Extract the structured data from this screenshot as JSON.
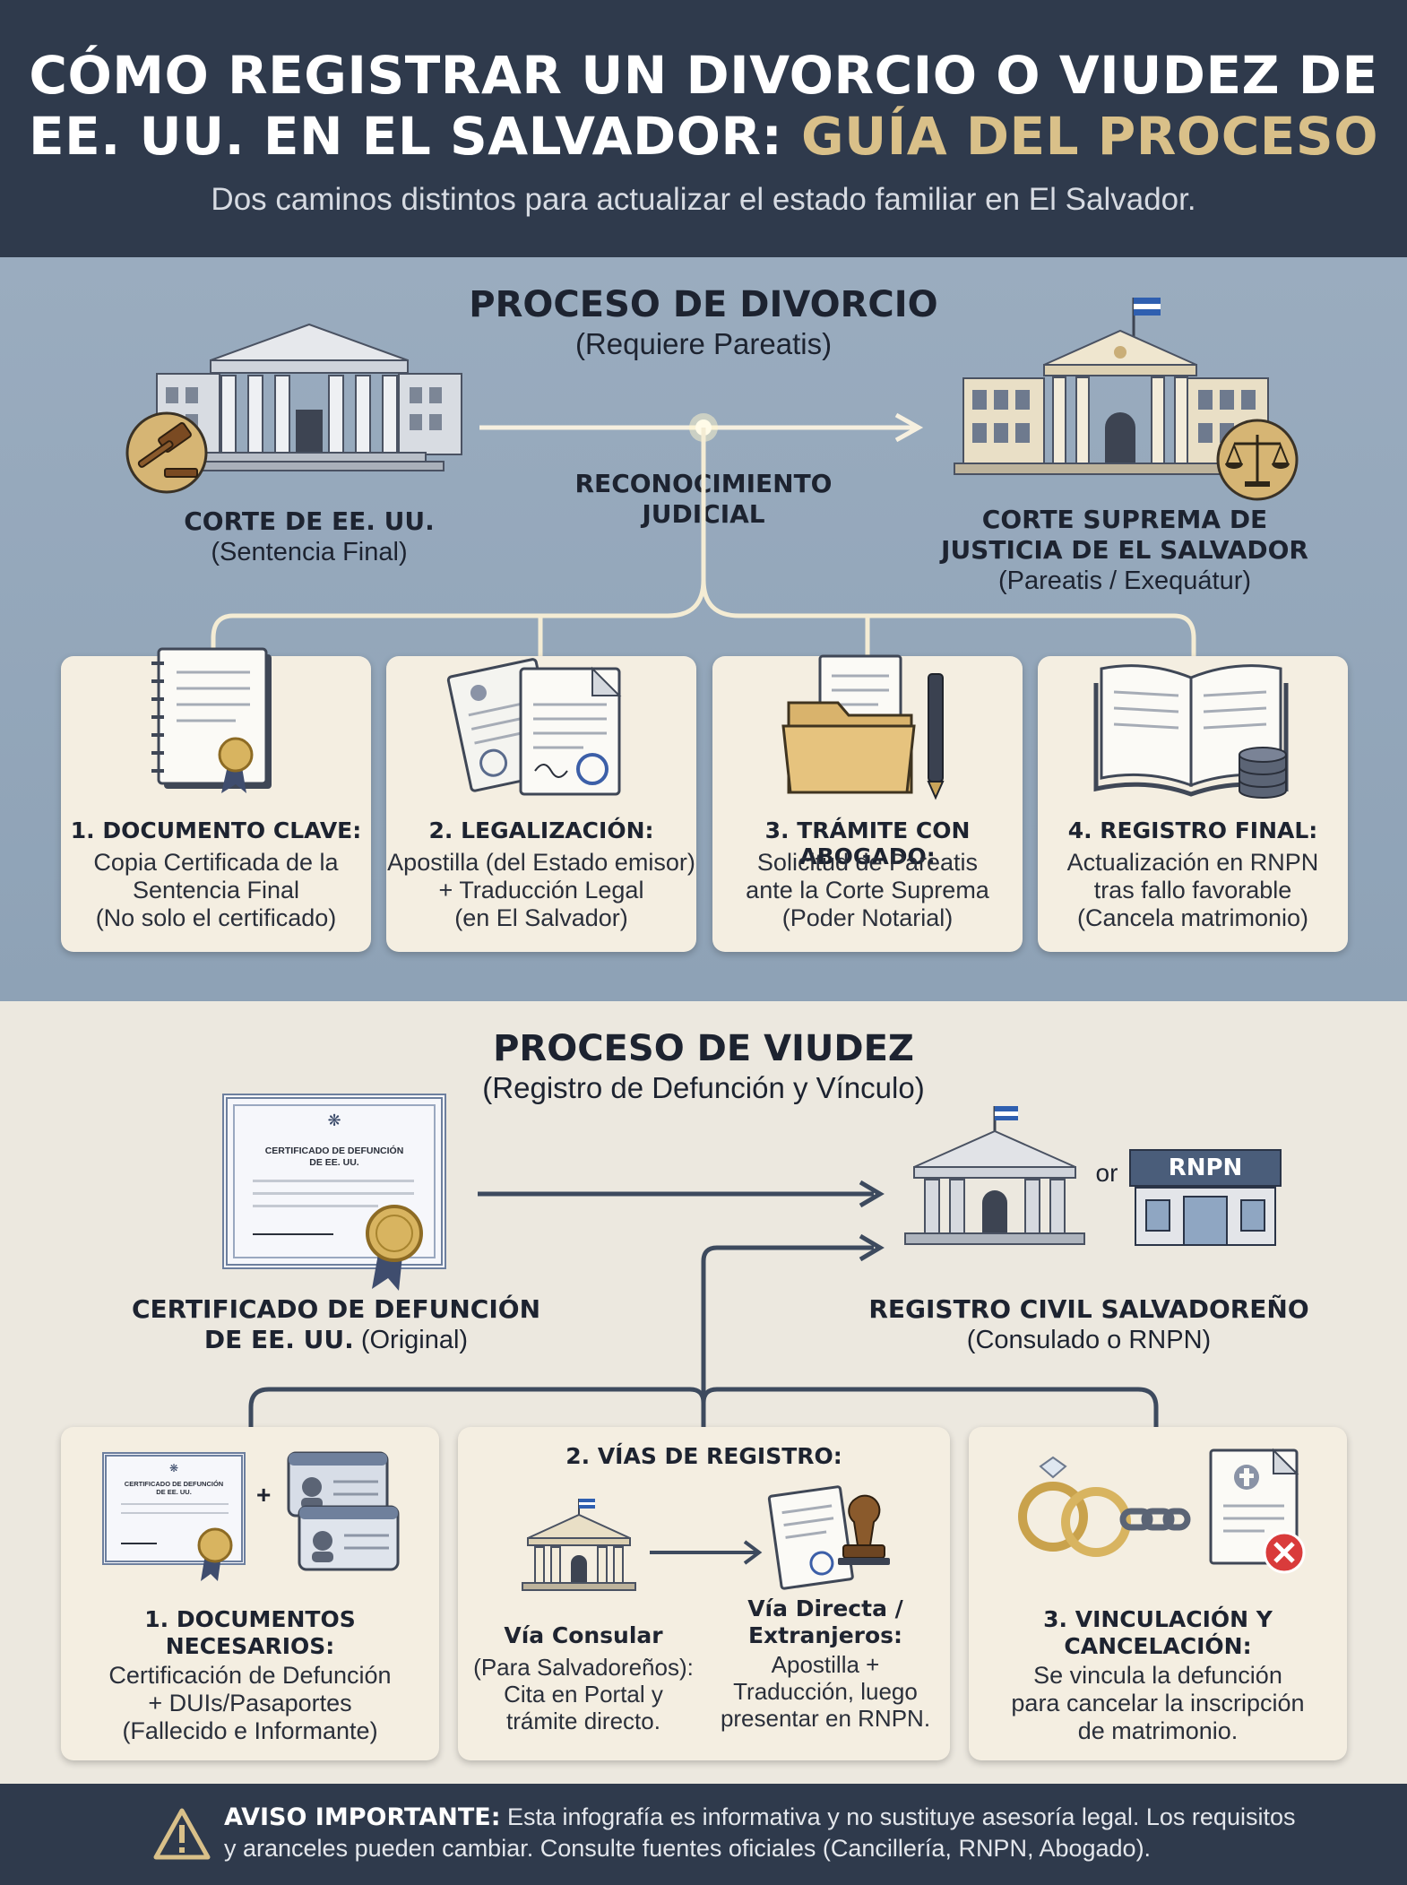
{
  "header": {
    "title_line1": "CÓMO REGISTRAR UN DIVORCIO O VIUDEZ DE",
    "title_line2_white": "EE. UU. EN EL SALVADOR:",
    "title_line2_gold": "GUÍA DEL PROCESO",
    "subtitle": "Dos caminos distintos para actualizar el estado familiar en El Salvador."
  },
  "divorce": {
    "title": "PROCESO DE DIVORCIO",
    "subtitle": "(Requiere Pareatis)",
    "us_court": {
      "name": "CORTE DE EE. UU.",
      "detail": "(Sentencia Final)"
    },
    "link_label_1": "RECONOCIMIENTO",
    "link_label_2": "JUDICIAL",
    "sv_court": {
      "name_1": "CORTE SUPREMA DE",
      "name_2": "JUSTICIA DE EL SALVADOR",
      "detail": "(Pareatis / Exequátur)"
    },
    "steps": [
      {
        "head": "1. DOCUMENTO CLAVE:",
        "lines": [
          "Copia Certificada de la",
          "Sentencia Final",
          "(No solo el certificado)"
        ]
      },
      {
        "head": "2. LEGALIZACIÓN:",
        "lines": [
          "Apostilla (del Estado emisor)",
          "+ Traducción Legal",
          "(en El Salvador)"
        ]
      },
      {
        "head": "3. TRÁMITE CON ABOGADO:",
        "lines": [
          "Solicitud de Pareatis",
          "ante la Corte Suprema",
          "(Poder Notarial)"
        ]
      },
      {
        "head": "4. REGISTRO FINAL:",
        "lines": [
          "Actualización en RNPN",
          "tras fallo favorable",
          "(Cancela matrimonio)"
        ]
      }
    ]
  },
  "widow": {
    "title": "PROCESO DE VIUDEZ",
    "subtitle": "(Registro de Defunción y Vínculo)",
    "certificate": {
      "doc_title_1": "CERTIFICADO DE DEFUNCIÓN",
      "doc_title_2": "DE EE. UU.",
      "label_1": "CERTIFICADO DE DEFUNCIÓN",
      "label_2_bold": "DE EE. UU.",
      "label_2_rest": "(Original)"
    },
    "or_text": "or",
    "rnpn_sign": "RNPN",
    "registry": {
      "name": "REGISTRO CIVIL SALVADOREÑO",
      "detail": "(Consulado o RNPN)"
    },
    "card1": {
      "head_1": "1. DOCUMENTOS",
      "head_2": "NECESARIOS:",
      "lines": [
        "Certificación de Defunción",
        "+ DUIs/Pasaportes",
        "(Fallecido e Informante)"
      ],
      "doc_title_1": "CERTIFICADO DE DEFUNCIÓN",
      "doc_title_2": "DE EE. UU.",
      "plus": "+"
    },
    "card2": {
      "head": "2. VÍAS DE REGISTRO:",
      "consular": {
        "head": "Vía Consular",
        "lines": [
          "(Para Salvadoreños):",
          "Cita en Portal y",
          "trámite directo."
        ]
      },
      "direct": {
        "head_1": "Vía Directa /",
        "head_2": "Extranjeros:",
        "lines": [
          "Apostilla +",
          "Traducción, luego",
          "presentar en RNPN."
        ]
      }
    },
    "card3": {
      "head_1": "3. VINCULACIÓN Y",
      "head_2": "CANCELACIÓN:",
      "lines": [
        "Se vincula la defunción",
        "para cancelar la inscripción",
        "de matrimonio."
      ]
    }
  },
  "footer": {
    "label": "AVISO IMPORTANTE:",
    "text_1": "Esta infografía es informativa y no sustituye asesoría legal. Los requisitos",
    "text_2": "y aranceles pueden cambiar. Consulte fuentes oficiales (Cancillería, RNPN, Abogado)."
  }
}
